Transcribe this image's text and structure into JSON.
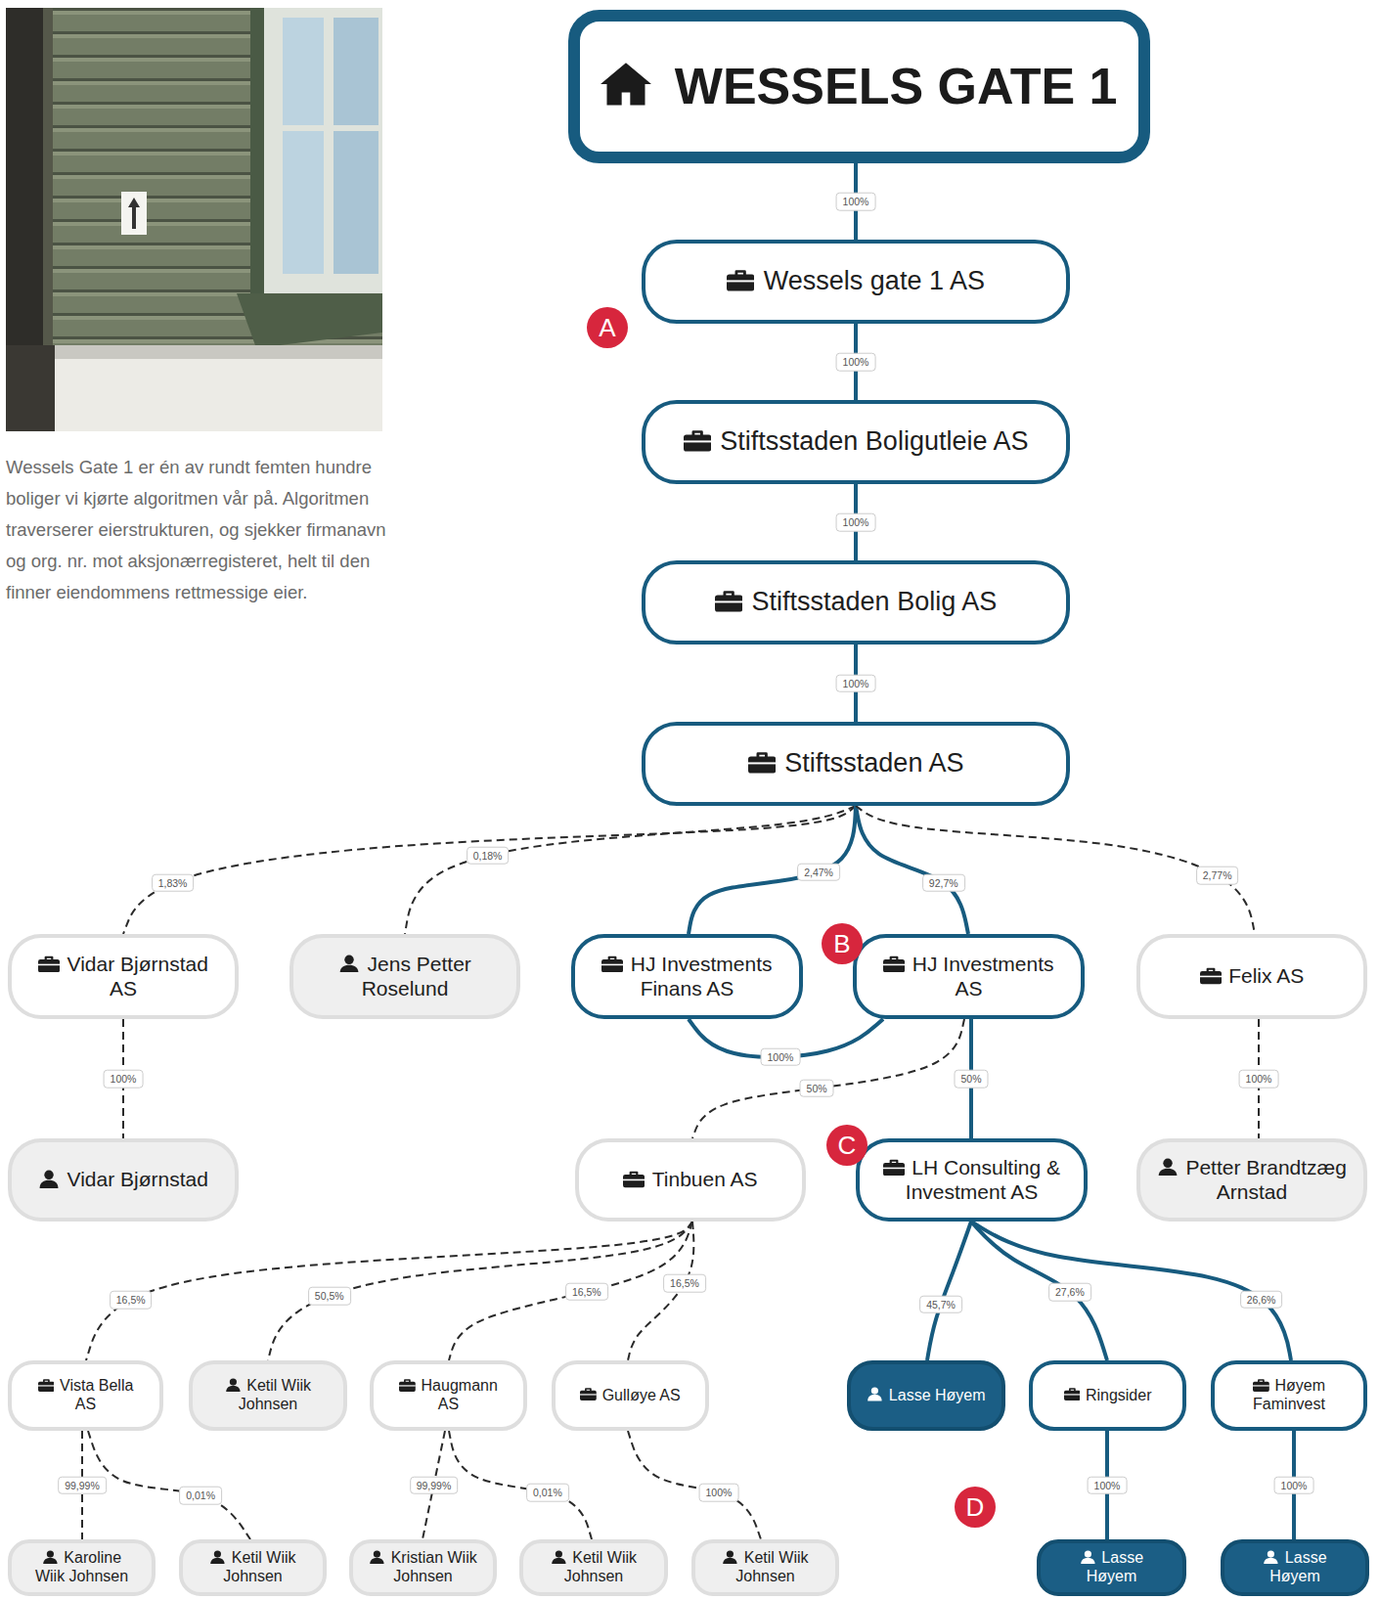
{
  "diagram": {
    "caption": "Wessels Gate 1 er én av rundt femten hundre boliger vi kjørte algoritmen vår på. Algoritmen traverserer eierstrukturen, og sjekker firmanavn og org. nr. mot aksjonærregisteret, helt til den finner eiendommens rettmessige eier.",
    "nodes": [
      {
        "text": [
          "WESSELS GATE 1"
        ]
      },
      {
        "text": [
          "Wessels gate 1 AS"
        ]
      },
      {
        "text": [
          "Stiftsstaden Boligutleie AS"
        ]
      },
      {
        "text": [
          "Stiftsstaden Bolig AS"
        ]
      },
      {
        "text": [
          "Stiftsstaden AS"
        ]
      },
      {
        "text": [
          "Vidar Bjørnstad AS"
        ]
      },
      {
        "text": [
          "Jens Petter Roselund"
        ]
      },
      {
        "text": [
          "HJ Investments Finans AS"
        ]
      },
      {
        "text": [
          "HJ Investments AS"
        ]
      },
      {
        "text": [
          "Felix AS"
        ]
      },
      {
        "text": [
          "Vidar Bjørnstad"
        ]
      },
      {
        "text": [
          "Tinbuen AS"
        ]
      },
      {
        "text": [
          "LH Consulting & Investment AS"
        ]
      },
      {
        "text": [
          "Petter Brandtzæg Arnstad"
        ]
      },
      {
        "text": [
          "Vista Bella AS"
        ]
      },
      {
        "text": [
          "Ketil Wiik Johnsen"
        ]
      },
      {
        "text": [
          "Haugmann AS"
        ]
      },
      {
        "text": [
          "Gulløye AS"
        ]
      },
      {
        "text": [
          "Lasse Høyem"
        ]
      },
      {
        "text": [
          "Ringsider"
        ]
      },
      {
        "text": [
          "Høyem Faminvest"
        ]
      },
      {
        "text": [
          "Karoline Wiik Johnsen"
        ]
      },
      {
        "text": [
          "Ketil Wiik Johnsen"
        ]
      },
      {
        "text": [
          "Kristian Wiik Johnsen"
        ]
      },
      {
        "text": [
          "Ketil Wiik Johnsen"
        ]
      },
      {
        "text": [
          "Ketil Wiik Johnsen"
        ]
      },
      {
        "text": [
          "Lasse Høyem"
        ]
      },
      {
        "text": [
          "Lasse Høyem"
        ]
      }
    ],
    "edges": [
      {
        "from": 0,
        "to": 1,
        "label": "100%",
        "arrow": "none"
      },
      {
        "from": 1,
        "to": 2,
        "label": "100%",
        "arrow": "none"
      },
      {
        "from": 2,
        "to": 3,
        "label": "100%",
        "arrow": "none"
      },
      {
        "from": 3,
        "to": 4,
        "label": "100%",
        "arrow": "none"
      },
      {
        "from": 4,
        "to": 5,
        "label": "1,83%",
        "arrow": "none"
      },
      {
        "from": 4,
        "to": 6,
        "label": "0,18%",
        "arrow": "none"
      },
      {
        "from": 4,
        "to": 7,
        "label": "2,47%",
        "arrow": "none"
      },
      {
        "from": 4,
        "to": 8,
        "label": "92,7%",
        "arrow": "none"
      },
      {
        "from": 4,
        "to": 9,
        "label": "2,77%",
        "arrow": "none"
      },
      {
        "from": 7,
        "to": 8,
        "label": "100%",
        "arrow": "none"
      },
      {
        "from": 5,
        "to": 10,
        "label": "100%",
        "arrow": "none"
      },
      {
        "from": 8,
        "to": 11,
        "label": "50%",
        "arrow": "none"
      },
      {
        "from": 8,
        "to": 12,
        "label": "50%",
        "arrow": "none"
      },
      {
        "from": 9,
        "to": 13,
        "label": "100%",
        "arrow": "none"
      },
      {
        "from": 11,
        "to": 14,
        "label": "16,5%",
        "arrow": "none"
      },
      {
        "from": 11,
        "to": 15,
        "label": "50,5%",
        "arrow": "none"
      },
      {
        "from": 11,
        "to": 16,
        "label": "16,5%",
        "arrow": "none"
      },
      {
        "from": 11,
        "to": 17,
        "label": "16,5%",
        "arrow": "none"
      },
      {
        "from": 12,
        "to": 18,
        "label": "45,7%",
        "arrow": "none"
      },
      {
        "from": 12,
        "to": 19,
        "label": "27,6%",
        "arrow": "none"
      },
      {
        "from": 12,
        "to": 20,
        "label": "26,6%",
        "arrow": "none"
      },
      {
        "from": 14,
        "to": 21,
        "label": "99,99%",
        "arrow": "none"
      },
      {
        "from": 14,
        "to": 22,
        "label": "0,01%",
        "arrow": "none"
      },
      {
        "from": 16,
        "to": 23,
        "label": "99,99%",
        "arrow": "none"
      },
      {
        "from": 16,
        "to": 24,
        "label": "0,01%",
        "arrow": "none"
      },
      {
        "from": 17,
        "to": 25,
        "label": "100%",
        "arrow": "none"
      },
      {
        "from": 19,
        "to": 26,
        "label": "100%",
        "arrow": "none"
      },
      {
        "from": 20,
        "to": 27,
        "label": "100%",
        "arrow": "none"
      }
    ],
    "labels": [
      "A",
      "B",
      "C",
      "D"
    ]
  }
}
